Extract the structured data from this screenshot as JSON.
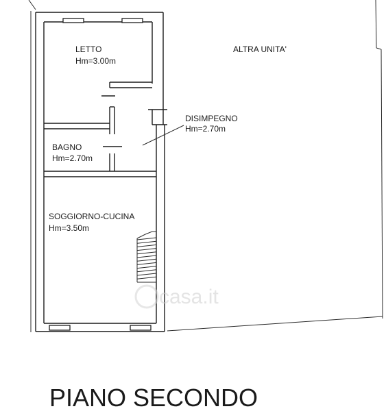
{
  "rooms": {
    "letto": {
      "name": "LETTO",
      "height": "Hm=3.00m"
    },
    "altra_unita": {
      "name": "ALTRA UNITA'"
    },
    "disimpegno": {
      "name": "DISIMPEGNO",
      "height": "Hm=2.70m"
    },
    "bagno": {
      "name": "BAGNO",
      "height": "Hm=2.70m"
    },
    "soggiorno_cucina": {
      "name": "SOGGIORNO-CUCINA",
      "height": "Hm=3.50m"
    }
  },
  "watermark": "casa.it",
  "title": "PIANO SECONDO"
}
